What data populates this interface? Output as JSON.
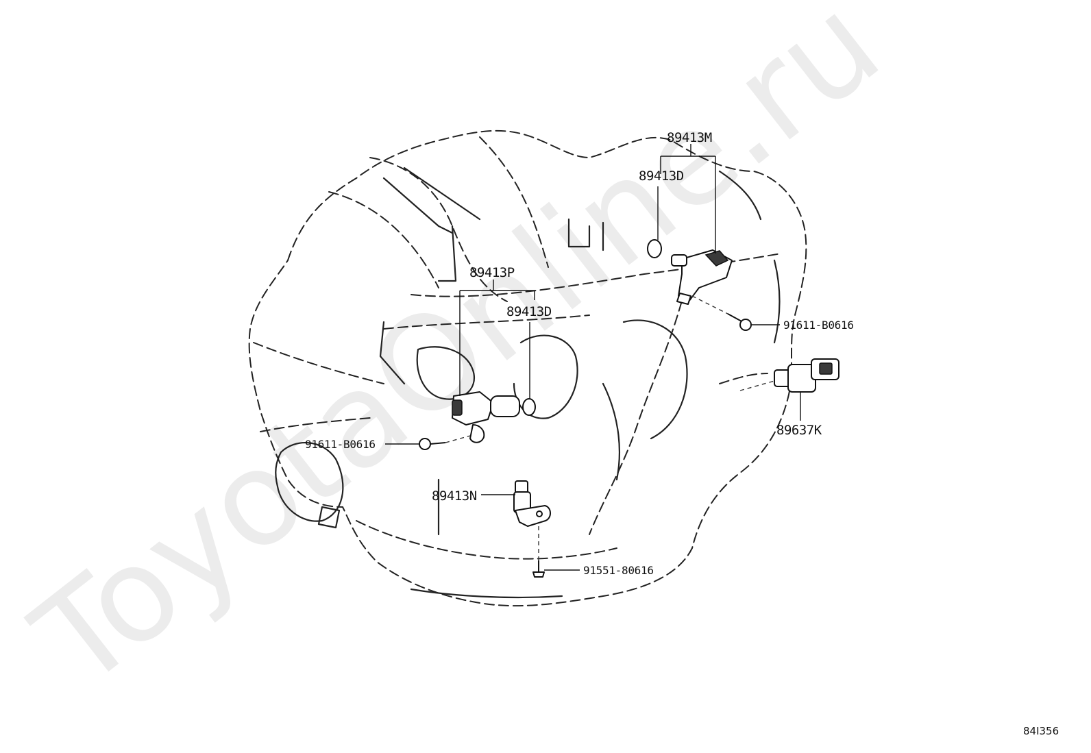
{
  "watermark": "ToyotaOnline.ru",
  "diagram_code": "84I356",
  "callouts": {
    "p89413m": "89413M",
    "p89413d_top": "89413D",
    "p89413p": "89413P",
    "p89413d_mid": "89413D",
    "p91611_right": "91611-B0616",
    "p89637k": "89637K",
    "p91611_left": "91611-B0616",
    "p89413n": "89413N",
    "p91551": "91551-80616"
  }
}
